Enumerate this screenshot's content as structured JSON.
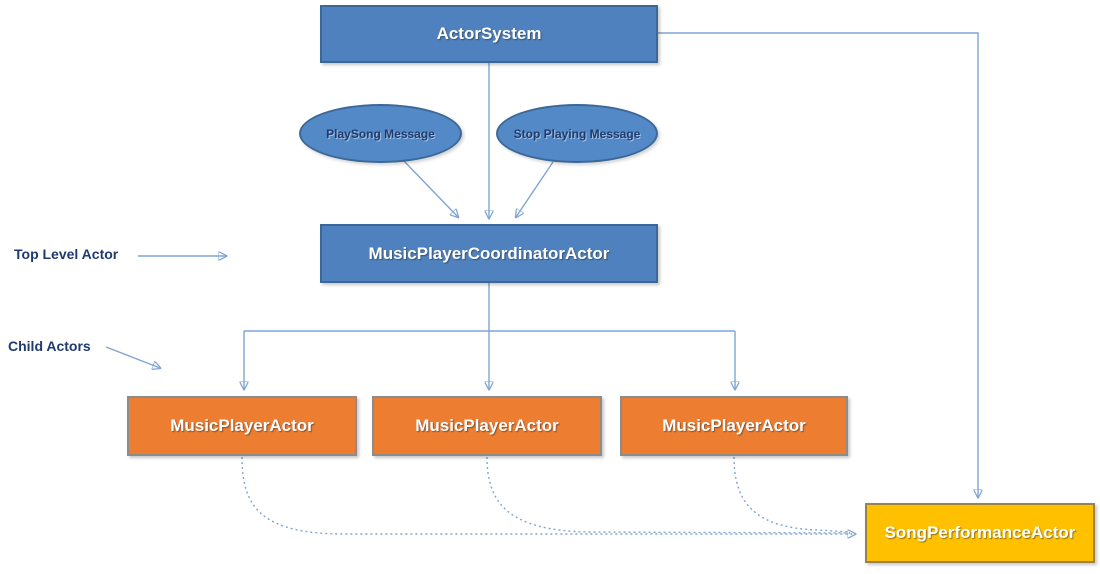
{
  "diagram": {
    "nodes": {
      "actor_system": {
        "label": "ActorSystem",
        "shape": "box",
        "color": "blue"
      },
      "play_song_message": {
        "label": "PlaySong Message",
        "shape": "ellipse",
        "color": "blue"
      },
      "stop_playing_message": {
        "label": "Stop Playing Message",
        "shape": "ellipse",
        "color": "blue"
      },
      "coordinator": {
        "label": "MusicPlayerCoordinatorActor",
        "shape": "box",
        "color": "blue"
      },
      "music_player_actor_1": {
        "label": "MusicPlayerActor",
        "shape": "box",
        "color": "orange"
      },
      "music_player_actor_2": {
        "label": "MusicPlayerActor",
        "shape": "box",
        "color": "orange"
      },
      "music_player_actor_3": {
        "label": "MusicPlayerActor",
        "shape": "box",
        "color": "orange"
      },
      "song_performance_actor": {
        "label": "SongPerformanceActor",
        "shape": "box",
        "color": "yellow"
      }
    },
    "annotations": {
      "top_level_actor": {
        "label": "Top Level Actor",
        "points_to": "coordinator"
      },
      "child_actors": {
        "label": "Child Actors",
        "points_to": "music_player_actors"
      }
    },
    "edges": [
      {
        "from": "actor_system",
        "to": "coordinator",
        "style": "solid-arrow"
      },
      {
        "from": "play_song_message",
        "to": "coordinator",
        "style": "solid-arrow"
      },
      {
        "from": "stop_playing_message",
        "to": "coordinator",
        "style": "solid-arrow"
      },
      {
        "from": "coordinator",
        "to": "music_player_actor_1",
        "style": "solid-arrow"
      },
      {
        "from": "coordinator",
        "to": "music_player_actor_2",
        "style": "solid-arrow"
      },
      {
        "from": "coordinator",
        "to": "music_player_actor_3",
        "style": "solid-arrow"
      },
      {
        "from": "actor_system",
        "to": "song_performance_actor",
        "style": "solid-arrow"
      },
      {
        "from": "music_player_actor_1",
        "to": "song_performance_actor",
        "style": "dashed-arrow"
      },
      {
        "from": "music_player_actor_2",
        "to": "song_performance_actor",
        "style": "dashed-arrow"
      },
      {
        "from": "music_player_actor_3",
        "to": "song_performance_actor",
        "style": "dashed-arrow"
      }
    ],
    "colors": {
      "node_blue_fill": "#4E81BD",
      "node_blue_border": "#3C6898",
      "node_ellipse_fill": "#5389C7",
      "node_orange_fill": "#ED7D31",
      "node_orange_border": "#8C8C8C",
      "node_yellow_fill": "#FFC000",
      "node_yellow_border": "#99834A",
      "connector": "#7FA5D3",
      "arrowhead": "#4979BE",
      "annotation_text": "#1F3B6E"
    }
  }
}
